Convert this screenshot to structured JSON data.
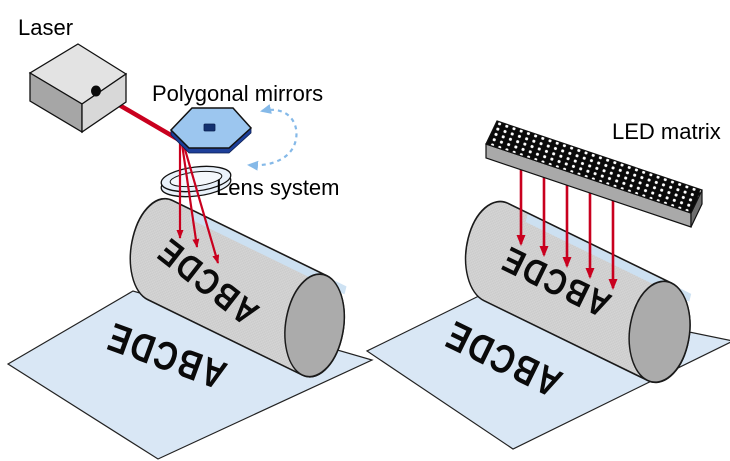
{
  "labels": {
    "laser": "Laser",
    "polygonal_mirrors": "Polygonal mirrors",
    "lens_system": "Lens system",
    "led_matrix": "LED matrix"
  },
  "left_diagram": {
    "technology": "laser exposure unit",
    "drum_text": "ABCDE",
    "paper_text": "ABCDE",
    "beam_arrow_count": 3
  },
  "right_diagram": {
    "technology": "LED matrix exposure unit",
    "drum_text": "ABCDE",
    "paper_text": "ABCDE",
    "beam_arrow_count": 5
  },
  "colors": {
    "background": "#FFFFFF",
    "beam_red": "#C9001E",
    "mirror_blue": "#9CC6EF",
    "mirror_edge_dark_blue": "#1D3F99",
    "mirror_center_dash": "#13306F",
    "rotation_arrow_blue": "#85B9E8",
    "paper_blue": "#D9E7F5",
    "drum_gray": "#D4D4D4",
    "drum_cap_gray": "#ABABAB",
    "drum_highlight": "#CBE0F2",
    "lens_fill": "#E9F1FA",
    "laser_box_top": "#E3E3E3",
    "laser_box_side": "#A6A6A6",
    "laser_box_front": "#D8D8D8",
    "led_bar_black": "#0A0A0A",
    "led_bar_side_gray": "#A9A9A9",
    "led_bar_end_gray": "#6E6E6E",
    "led_dot_white": "#FFFFFF",
    "outline": "#111111",
    "text_black": "#000000"
  }
}
